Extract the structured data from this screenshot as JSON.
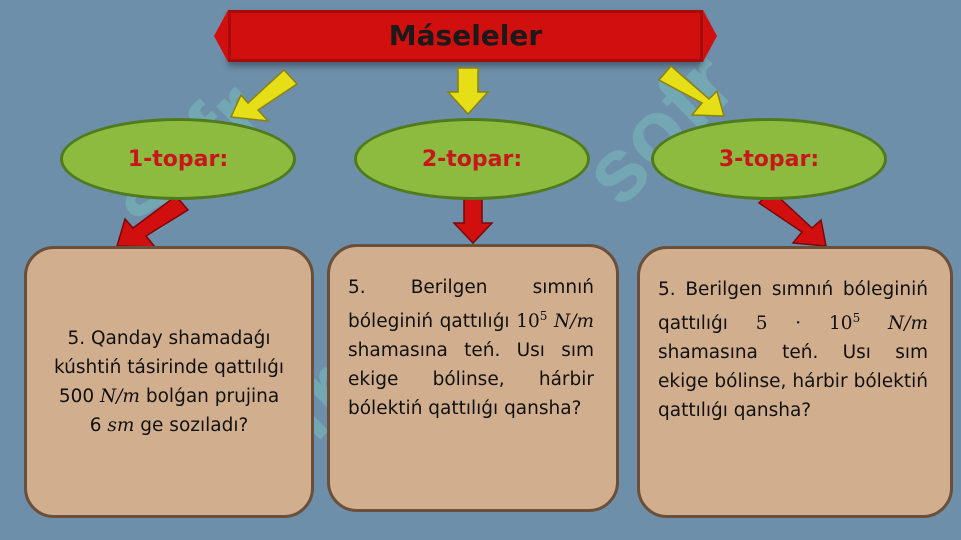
{
  "title": "Máseleler",
  "colors": {
    "background": "#6e8fa9",
    "title_box": "#d10f0f",
    "ellipse_fill": "#8dbb3f",
    "ellipse_text": "#c8161d",
    "card_fill": "#d1ae8e",
    "yellow_arrow": "#e6de16",
    "red_arrow": "#d10f0f"
  },
  "groups": [
    {
      "label": "1-topar:",
      "problem": {
        "num": "5.",
        "t1": "Qanday shamadaǵı kúshtiń tásirinde qattılıǵı 500",
        "u1": "N/m",
        "t2": "bolǵan prujina 6",
        "u2": "sm",
        "t3": "ge sozıladı?"
      }
    },
    {
      "label": "2-topar:",
      "problem": {
        "t1": "5. Berilgen sımnıń bóleginiń qattılıǵı",
        "mathA": "10",
        "expA": "5",
        "unit": "N/m",
        "t2": "shamasına teń. Usı sım ekige bólinse, hárbir bólektiń qattılıǵı qansha?"
      }
    },
    {
      "label": "3-topar:",
      "problem": {
        "t1": "5. Berilgen sımnıń bóleginiń qattılıǵı",
        "mathA": "5 ·",
        "mathB": "10",
        "expB": "5",
        "unit": "N/m",
        "t2": "shamasına teń. Usı sım ekige bólinse, hárbir bólektiń qattılıǵı qansha?"
      }
    }
  ]
}
